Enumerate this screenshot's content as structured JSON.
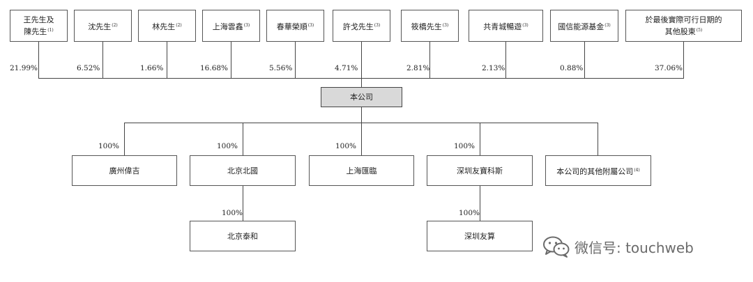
{
  "shareholders": [
    {
      "name": "王先生及\n陳先生",
      "note": "(1)",
      "pct": "21.99%"
    },
    {
      "name": "沈先生",
      "note": "(2)",
      "pct": "6.52%"
    },
    {
      "name": "林先生",
      "note": "(2)",
      "pct": "1.66%"
    },
    {
      "name": "上海雲鑫",
      "note": "(3)",
      "pct": "16.68%"
    },
    {
      "name": "春華榮順",
      "note": "(3)",
      "pct": "5.56%"
    },
    {
      "name": "許戈先生",
      "note": "(3)",
      "pct": "4.71%"
    },
    {
      "name": "筱橋先生",
      "note": "(3)",
      "pct": "2.81%"
    },
    {
      "name": "共青城暢遊",
      "note": "(3)",
      "pct": "2.13%"
    },
    {
      "name": "國信能源基金",
      "note": "(3)",
      "pct": "0.88%"
    },
    {
      "name": "於最後實際可行日期的\n其他股東",
      "note": "(5)",
      "pct": "37.06%"
    }
  ],
  "company": {
    "name": "本公司"
  },
  "subsidiaries": [
    {
      "name": "廣州偉吉",
      "note": "",
      "pct": "100%"
    },
    {
      "name": "北京北國",
      "note": "",
      "pct": "100%"
    },
    {
      "name": "上海匯臨",
      "note": "",
      "pct": "100%"
    },
    {
      "name": "深圳友寶科斯",
      "note": "",
      "pct": "100%"
    },
    {
      "name": "本公司的其他附屬公司",
      "note": "(4)",
      "pct": ""
    }
  ],
  "grandchildren": [
    {
      "name": "北京泰和",
      "pct": "100%"
    },
    {
      "name": "深圳友算",
      "pct": "100%"
    }
  ],
  "watermark": {
    "text": "微信号: touchweb",
    "icon": "wechat-icon"
  }
}
